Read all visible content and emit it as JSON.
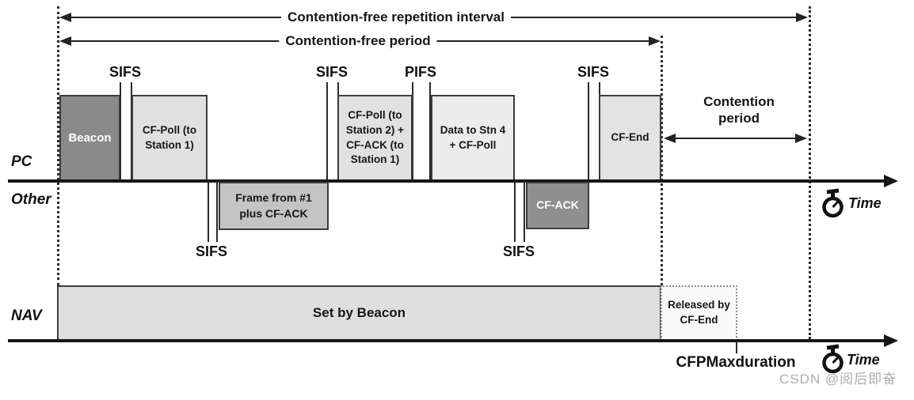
{
  "title_arrows": {
    "repetition_interval": "Contention-free repetition interval",
    "contention_free_period": "Contention-free period"
  },
  "gap_labels": {
    "top": [
      "SIFS",
      "SIFS",
      "PIFS",
      "SIFS"
    ],
    "bottom": [
      "SIFS",
      "SIFS"
    ]
  },
  "row_labels": {
    "pc": "PC",
    "other": "Other",
    "nav": "NAV"
  },
  "frames": {
    "beacon": {
      "label": "Beacon",
      "fill": "#8a8a8a"
    },
    "cf_poll_station1": {
      "lines": [
        "CF-Poll (to",
        "Station 1)"
      ],
      "fill": "#e0e0e0"
    },
    "cf_poll_station2": {
      "lines": [
        "CF-Poll (to",
        "Station 2) +",
        "CF-ACK (to",
        "Station 1)"
      ],
      "fill": "#e1e1e1"
    },
    "data_stn4": {
      "lines": [
        "Data to Stn 4",
        "+ CF-Poll"
      ],
      "fill": "#ececec"
    },
    "cf_end": {
      "label": "CF-End",
      "fill": "#e3e3e3"
    },
    "frame_from_1": {
      "lines": [
        "Frame from #1",
        "plus CF-ACK"
      ],
      "fill": "#c4c4c4"
    },
    "cf_ack": {
      "label": "CF-ACK",
      "fill": "#8f8f8f"
    },
    "set_by_beacon": {
      "label": "Set by Beacon",
      "fill": "#dedede"
    },
    "released_by_cf_end": {
      "lines": [
        "Released by",
        "CF-End"
      ]
    }
  },
  "annotations": {
    "contention_period": {
      "lines": [
        "Contention",
        "period"
      ]
    },
    "cfp_max_duration": "CFPMaxduration",
    "time_pc": "Time",
    "time_nav": "Time"
  },
  "colors": {
    "line": "#232323",
    "dark_frame": "#8a8a8a",
    "light_frame": "#e0e0e0",
    "medium_frame": "#c4c4c4",
    "watermark": "#aeaeae"
  },
  "watermark": "CSDN @阅后即奋"
}
